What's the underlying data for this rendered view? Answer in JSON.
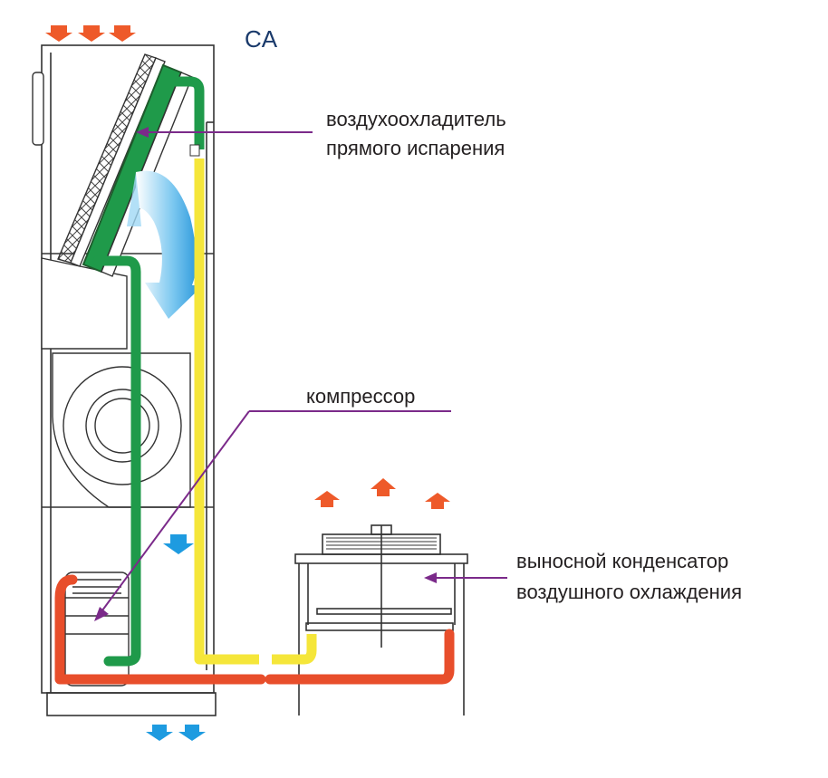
{
  "title": "CA",
  "labels": {
    "evaporator_line1": "воздухоохладитель",
    "evaporator_line2": "прямого испарения",
    "compressor": "компрессор",
    "condenser_line1": "выносной конденсатор",
    "condenser_line2": "воздушного охлаждения"
  },
  "colors": {
    "hot_line": "#e84e2b",
    "liquid_line": "#f5e63a",
    "suction_line": "#1f9a4a",
    "evaporator_fill": "#1f9a4a",
    "hot_air_arrow": "#ee5a2a",
    "cold_air_arrow": "#1e9be0",
    "callout_arrow": "#7b2a8a",
    "frame": "#333333"
  },
  "icons": {
    "hot_air": "up-arrow",
    "supply_air": "down-arrow",
    "airflow": "curved-arrow"
  }
}
